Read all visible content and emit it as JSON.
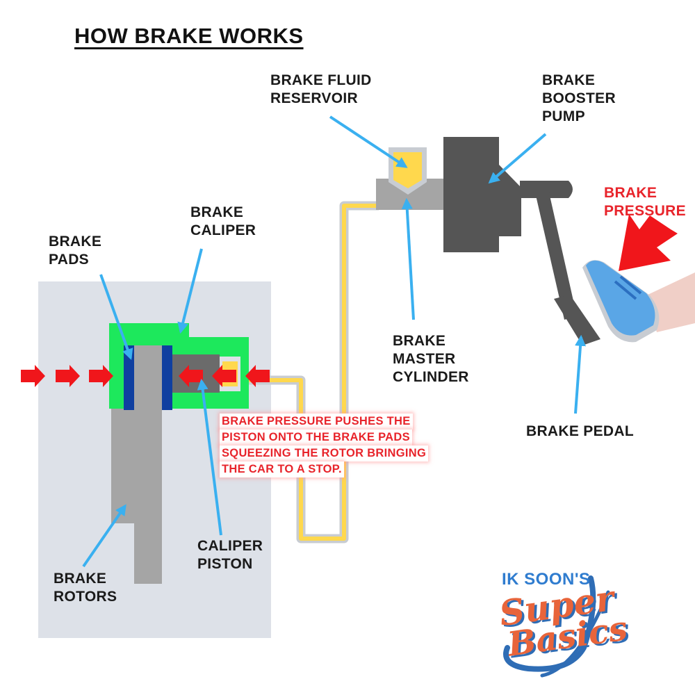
{
  "title": "HOW BRAKE WORKS",
  "labels": {
    "reservoir": [
      "BRAKE FLUID",
      "RESERVOIR"
    ],
    "booster": [
      "BRAKE",
      "BOOSTER",
      "PUMP"
    ],
    "pressure": [
      "BRAKE",
      "PRESSURE"
    ],
    "caliper": [
      "BRAKE",
      "CALIPER"
    ],
    "pads": [
      "BRAKE",
      "PADS"
    ],
    "master": [
      "BRAKE",
      "MASTER",
      "CYLINDER"
    ],
    "pedal": [
      "BRAKE PEDAL"
    ],
    "piston": [
      "CALIPER",
      "PISTON"
    ],
    "rotors": [
      "BRAKE",
      "ROTORS"
    ]
  },
  "note": [
    "BRAKE PRESSURE PUSHES THE",
    "PISTON ONTO THE BRAKE PADS",
    "SQUEEZING THE ROTOR BRINGING",
    "THE CAR TO A STOP."
  ],
  "logo": {
    "top": "IK SOON'S",
    "line1": "Super",
    "line2": "Basics"
  },
  "colors": {
    "caliper": "#1de85c",
    "pad": "#0f3fa0",
    "rotor": "#a5a5a5",
    "panel": "#dde1e8",
    "fluid": "#ffd84d",
    "booster": "#555555",
    "arrow_label": "#3ab0f0",
    "arrow_force": "#f0161b",
    "shoe": "#5aa6e6",
    "leg": "#f0cfc7"
  }
}
